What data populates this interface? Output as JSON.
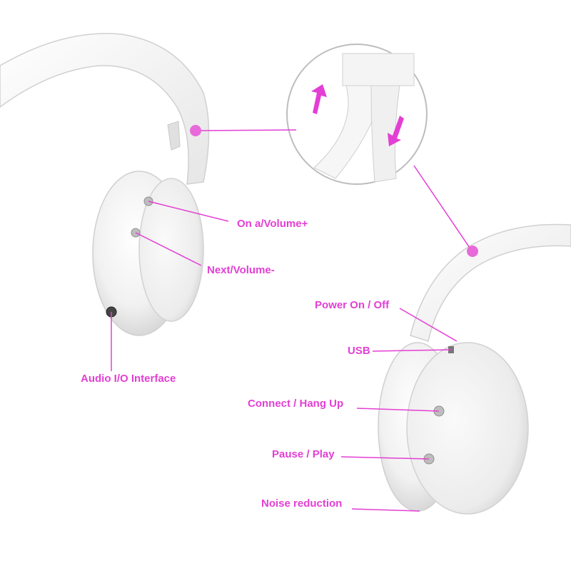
{
  "accent_color": "#e33fd4",
  "labels": {
    "on_volume_up": "On a/Volume+",
    "next_volume_down": "Next/Volume-",
    "audio_io": "Audio I/O Interface",
    "power": "Power On / Off",
    "usb": "USB",
    "connect": "Connect / Hang Up",
    "pause": "Pause / Play",
    "noise": "Noise reduction"
  },
  "icons": [
    "fold-arrow-up-icon",
    "fold-arrow-down-icon"
  ]
}
